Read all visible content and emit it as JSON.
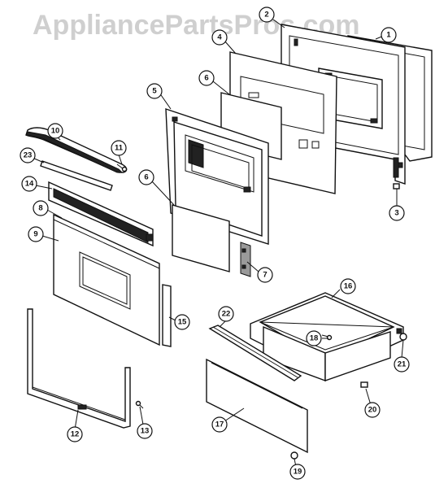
{
  "watermark": "AppliancePartsPros.com",
  "callouts": [
    {
      "id": "1",
      "name": "callout-1"
    },
    {
      "id": "2",
      "name": "callout-2"
    },
    {
      "id": "3",
      "name": "callout-3"
    },
    {
      "id": "4",
      "name": "callout-4"
    },
    {
      "id": "5",
      "name": "callout-5"
    },
    {
      "id": "6",
      "name": "callout-6-upper"
    },
    {
      "id": "6",
      "name": "callout-6-lower"
    },
    {
      "id": "7",
      "name": "callout-7"
    },
    {
      "id": "8",
      "name": "callout-8"
    },
    {
      "id": "9",
      "name": "callout-9"
    },
    {
      "id": "10",
      "name": "callout-10"
    },
    {
      "id": "11",
      "name": "callout-11"
    },
    {
      "id": "12",
      "name": "callout-12"
    },
    {
      "id": "13",
      "name": "callout-13"
    },
    {
      "id": "14",
      "name": "callout-14"
    },
    {
      "id": "15",
      "name": "callout-15"
    },
    {
      "id": "16",
      "name": "callout-16"
    },
    {
      "id": "17",
      "name": "callout-17"
    },
    {
      "id": "18",
      "name": "callout-18"
    },
    {
      "id": "19",
      "name": "callout-19"
    },
    {
      "id": "20",
      "name": "callout-20"
    },
    {
      "id": "21",
      "name": "callout-21"
    },
    {
      "id": "22",
      "name": "callout-22"
    },
    {
      "id": "23",
      "name": "callout-23"
    }
  ]
}
